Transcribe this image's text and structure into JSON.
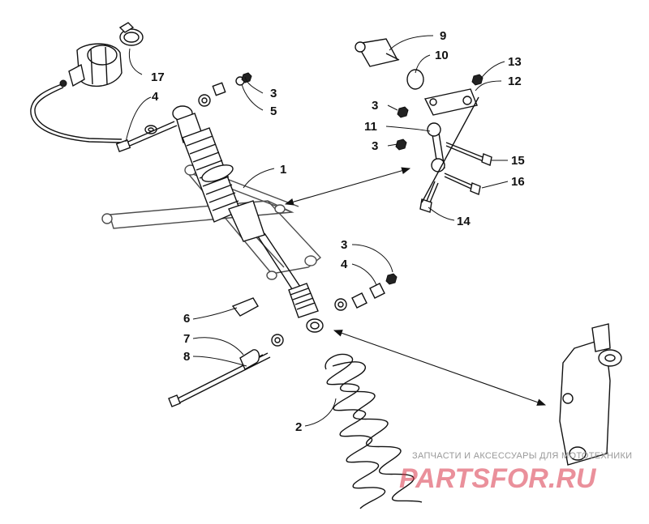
{
  "diagram": {
    "callouts": [
      "1",
      "2",
      "3",
      "3",
      "3",
      "3",
      "4",
      "4",
      "5",
      "6",
      "7",
      "8",
      "9",
      "10",
      "11",
      "12",
      "13",
      "14",
      "15",
      "16",
      "17"
    ]
  },
  "watermark": {
    "tagline": "ЗАПЧАСТИ И АКСЕССУАРЫ ДЛЯ МОТОТЕХНИКИ",
    "site": "PARTSFOR.RU",
    "color": "#d9374a"
  }
}
